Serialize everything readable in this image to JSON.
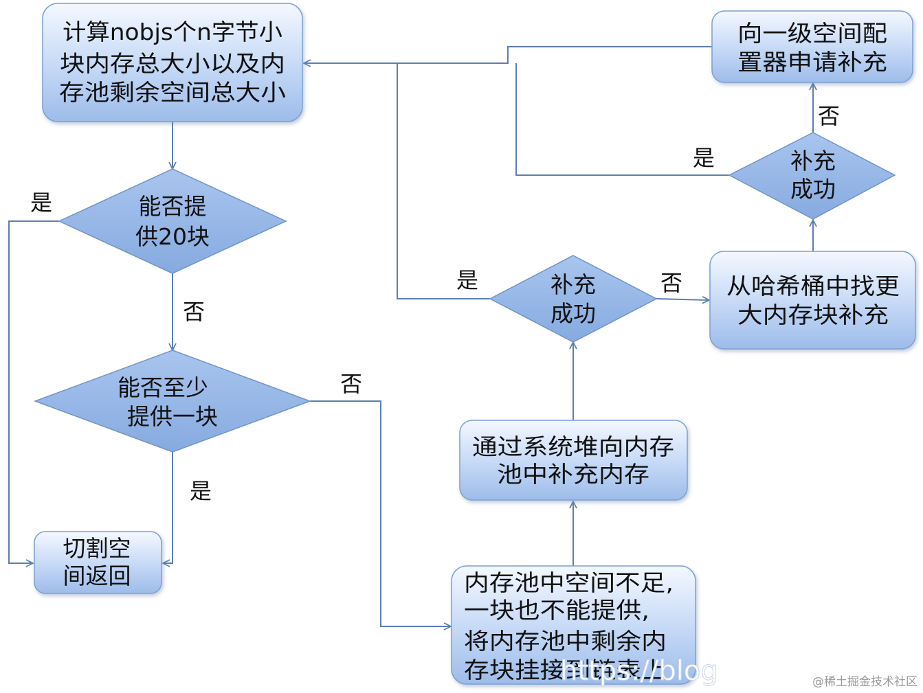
{
  "nodes": {
    "compute": [
      "计算nobjs个n字节小",
      "块内存总大小以及内",
      "存池剩余空间总大小"
    ],
    "can20": [
      "能否提",
      "供20块"
    ],
    "canOne": [
      "能否至少",
      "提供一块"
    ],
    "cut": [
      "切割空",
      "间返回"
    ],
    "insufficient": [
      "内存池中空间不足,",
      "一块也不能提供,",
      "将内存池中剩余内",
      "存块挂接到链表上"
    ],
    "heap": [
      "通过系统堆向内存",
      "池中补充内存"
    ],
    "success1": [
      "补充",
      "成功"
    ],
    "hash": [
      "从哈希桶中找更",
      "大内存块补充"
    ],
    "success2": [
      "补充",
      "成功"
    ],
    "level1": [
      "向一级空间配",
      "置器申请补充"
    ]
  },
  "edges": {
    "can20_yes": "是",
    "can20_no": "否",
    "canOne_no": "否",
    "canOne_yes": "是",
    "success1_yes": "是",
    "success1_no": "否",
    "success2_yes": "是",
    "success2_no": "否"
  },
  "watermark": "https://blog",
  "credit": "@稀土掘金技术社区"
}
